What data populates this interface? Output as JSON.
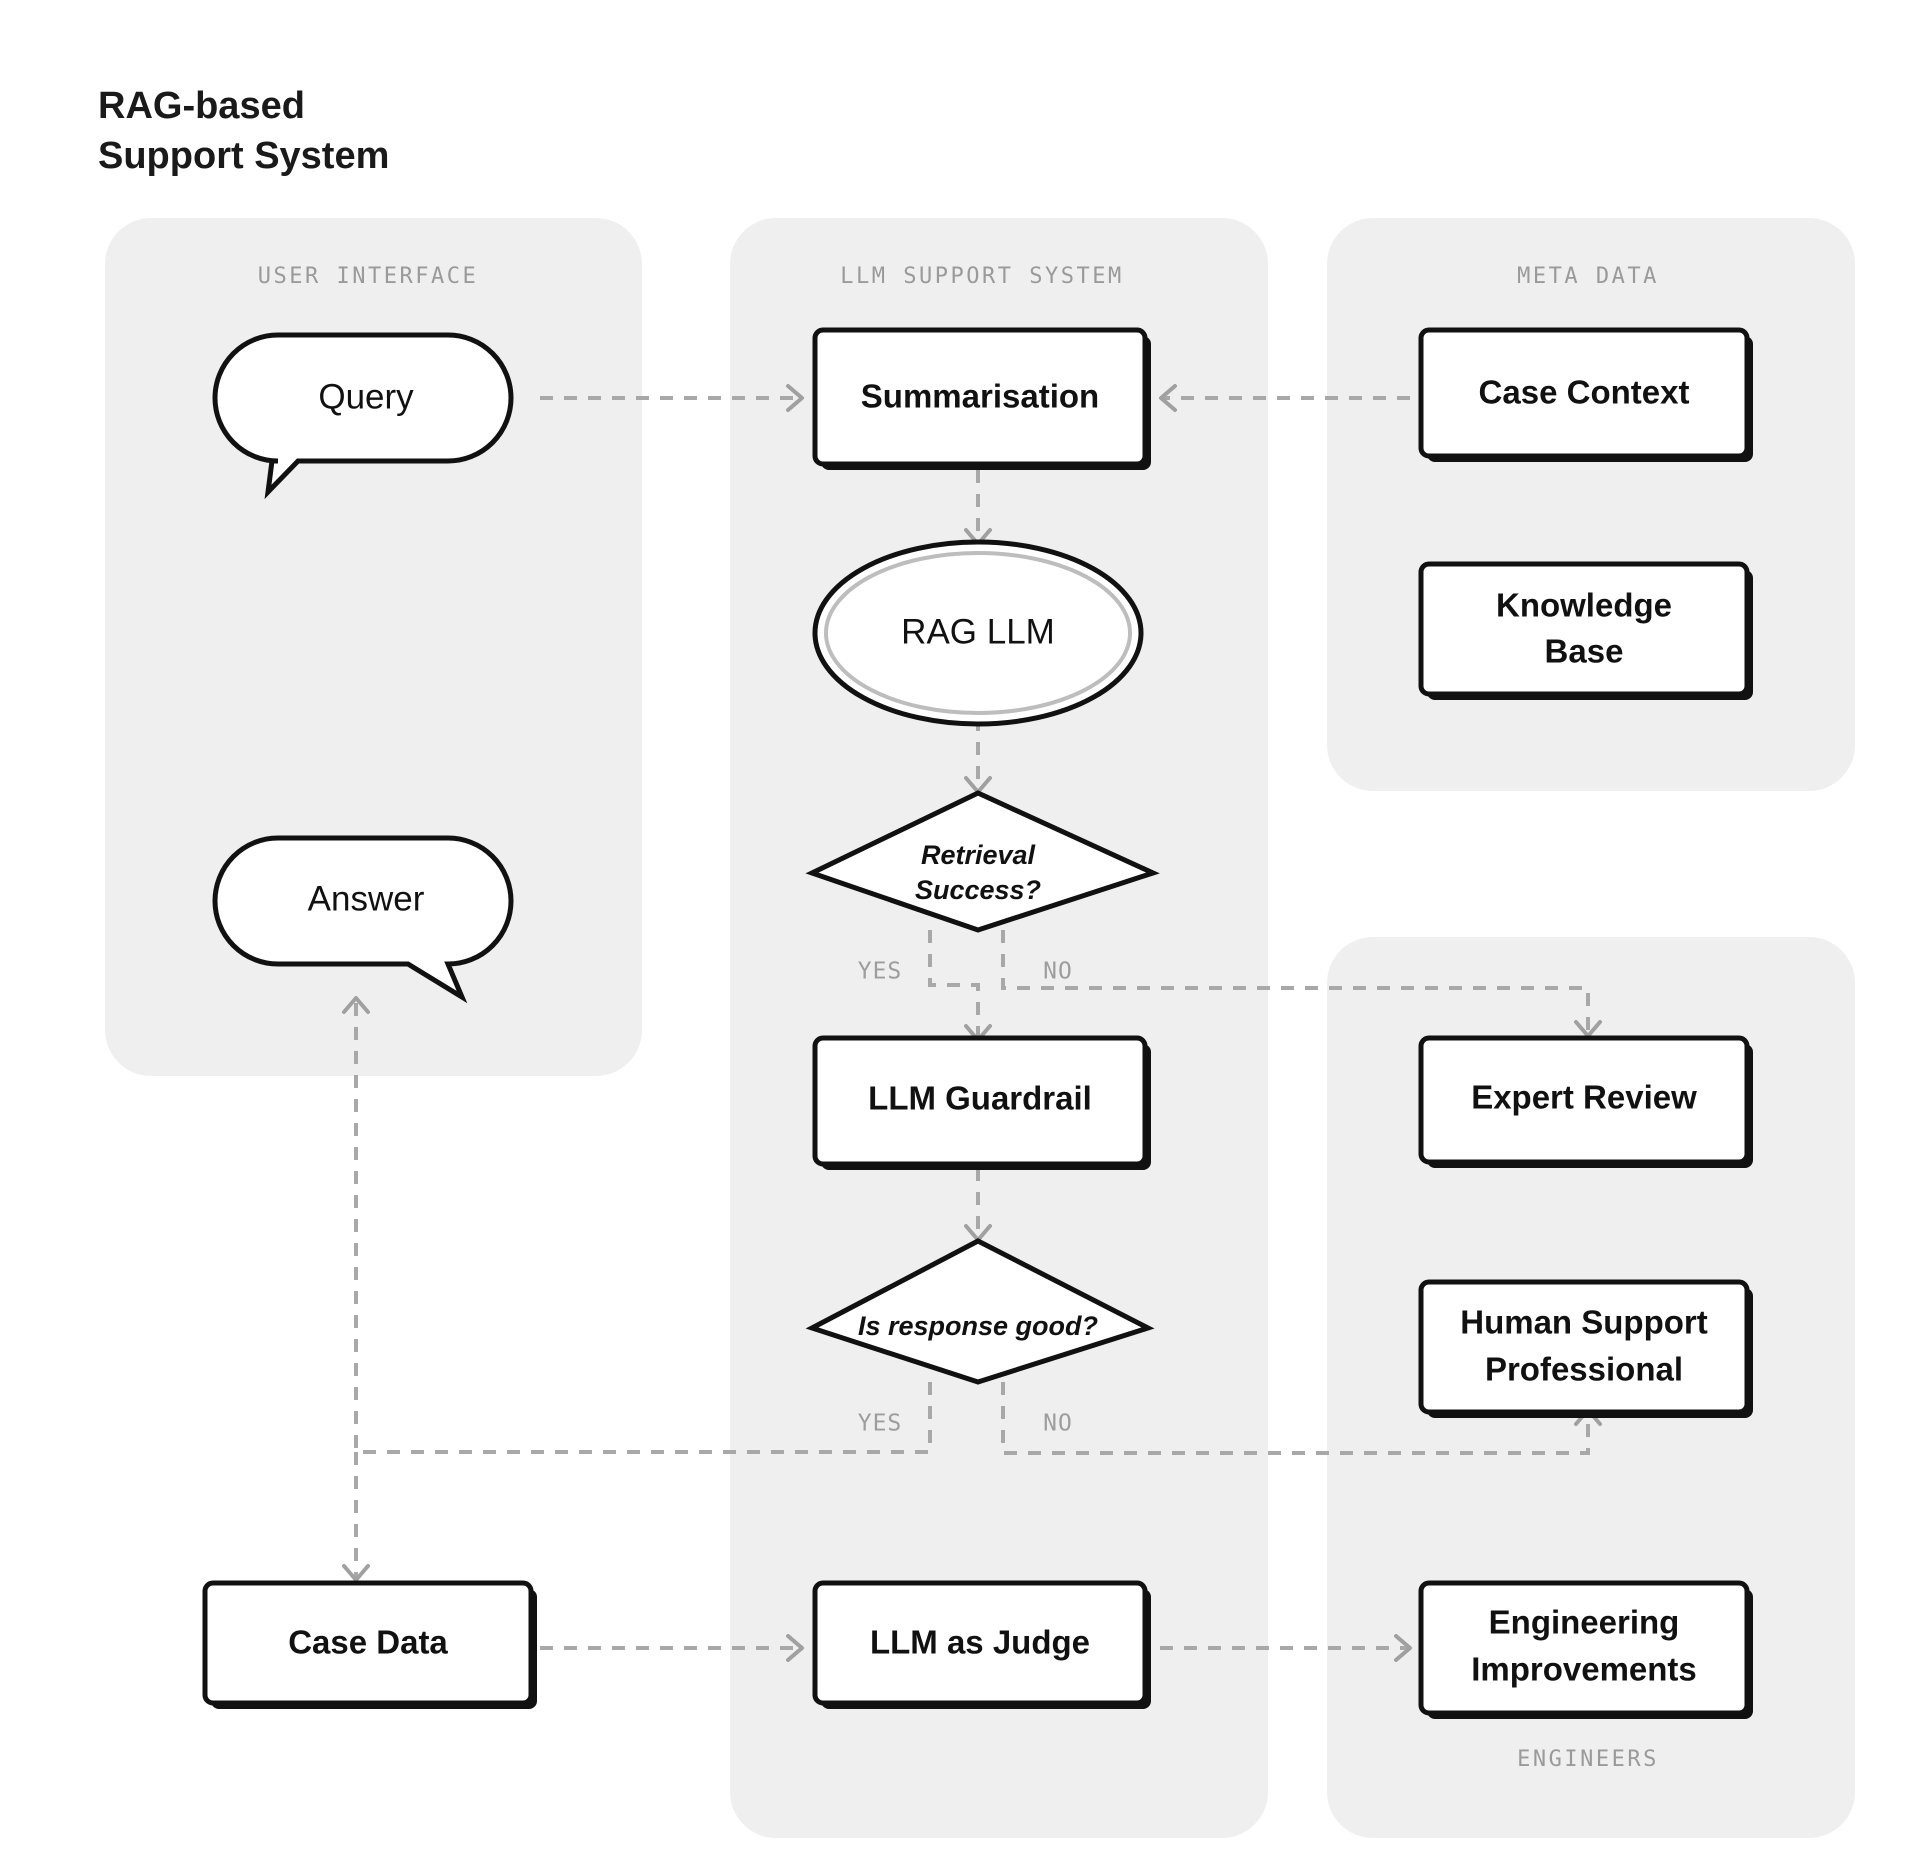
{
  "title": {
    "line1": "RAG-based",
    "line2": "Support System"
  },
  "panels": [
    {
      "id": "user-interface",
      "label": "USER INTERFACE",
      "label_pos": "top"
    },
    {
      "id": "llm-support-system",
      "label": "LLM SUPPORT SYSTEM",
      "label_pos": "top"
    },
    {
      "id": "meta-data",
      "label": "META DATA",
      "label_pos": "top"
    },
    {
      "id": "engineers",
      "label": "ENGINEERS",
      "label_pos": "bottom"
    }
  ],
  "nodes": {
    "query": {
      "label": "Query",
      "shape": "speech-bubble"
    },
    "answer": {
      "label": "Answer",
      "shape": "speech-bubble"
    },
    "case_data": {
      "label": "Case Data",
      "shape": "process-box"
    },
    "summarisation": {
      "label": "Summarisation",
      "shape": "process-box"
    },
    "rag_llm": {
      "label": "RAG LLM",
      "shape": "double-ellipse"
    },
    "retrieval_success": {
      "label_line1": "Retrieval",
      "label_line2": "Success?",
      "shape": "decision-diamond"
    },
    "llm_guardrail": {
      "label": "LLM Guardrail",
      "shape": "process-box"
    },
    "is_response_good": {
      "label": "Is response good?",
      "shape": "decision-diamond"
    },
    "llm_as_judge": {
      "label": "LLM as Judge",
      "shape": "process-box"
    },
    "case_context": {
      "label": "Case Context",
      "shape": "process-box"
    },
    "knowledge_base": {
      "label_line1": "Knowledge",
      "label_line2": "Base",
      "shape": "process-box"
    },
    "expert_review": {
      "label": "Expert Review",
      "shape": "process-box"
    },
    "human_support": {
      "label_line1": "Human Support",
      "label_line2": "Professional",
      "shape": "process-box"
    },
    "engineering_improvements": {
      "label_line1": "Engineering",
      "label_line2": "Improvements",
      "shape": "process-box"
    }
  },
  "edge_labels": {
    "retrieval_yes": "YES",
    "retrieval_no": "NO",
    "response_yes": "YES",
    "response_no": "NO"
  },
  "colors": {
    "panel_bg": "#efefef",
    "node_stroke": "#111111",
    "edge_stroke": "#a8a8a8",
    "panel_label": "#9a9a9a",
    "page_bg": "#ffffff"
  }
}
